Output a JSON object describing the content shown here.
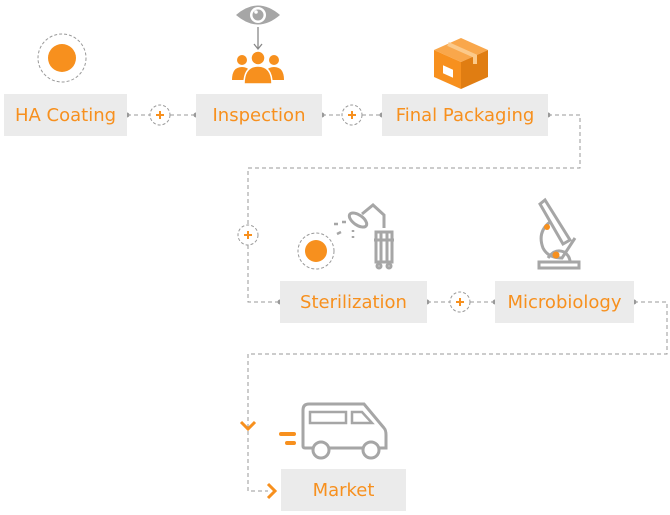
{
  "colors": {
    "accent": "#f7901e",
    "icon_gray": "#a6a6a6",
    "box_bg": "#ebebeb",
    "line": "#999999"
  },
  "steps": [
    {
      "label": "HA Coating",
      "icon": "orange-dot-icon"
    },
    {
      "label": "Inspection",
      "icon": "eye-people-icon"
    },
    {
      "label": "Final Packaging",
      "icon": "package-box-icon"
    },
    {
      "label": "Sterilization",
      "icon": "sterilization-robot-icon"
    },
    {
      "label": "Microbiology",
      "icon": "microscope-icon"
    },
    {
      "label": "Market",
      "icon": "delivery-van-icon"
    }
  ],
  "connector_symbol": "+"
}
